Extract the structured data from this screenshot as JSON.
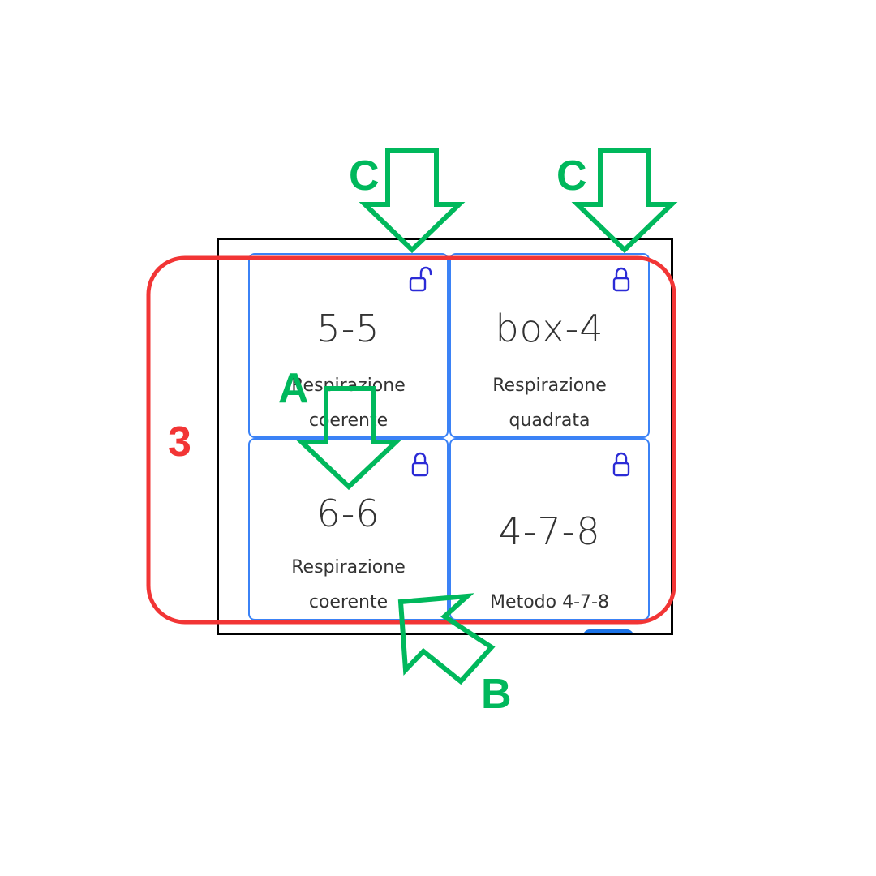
{
  "cards": [
    {
      "number": "5-5",
      "label_line1": "Respirazione",
      "label_line2": "coerente",
      "lock": "unlocked-lock-icon"
    },
    {
      "number": "box-4",
      "label_line1": "Respirazione",
      "label_line2": "quadrata",
      "lock": "locked-lock-icon"
    },
    {
      "number": "6-6",
      "label_line1": "Respirazione",
      "label_line2": "coerente",
      "lock": "locked-lock-icon"
    },
    {
      "number": "4-7-8",
      "label_line1": "Metodo 4-7-8",
      "lock": "locked-lock-icon"
    }
  ],
  "annotations": {
    "group_label": "3",
    "arrow_a": "A",
    "arrow_b": "B",
    "arrow_c_left": "C",
    "arrow_c_right": "C"
  },
  "colors": {
    "card_border": "#3b82f6",
    "lock_icon": "#2b2bd6",
    "annotation_red": "#f23535",
    "annotation_green": "#00b85c",
    "scroll_handle": "#1a73e8"
  }
}
